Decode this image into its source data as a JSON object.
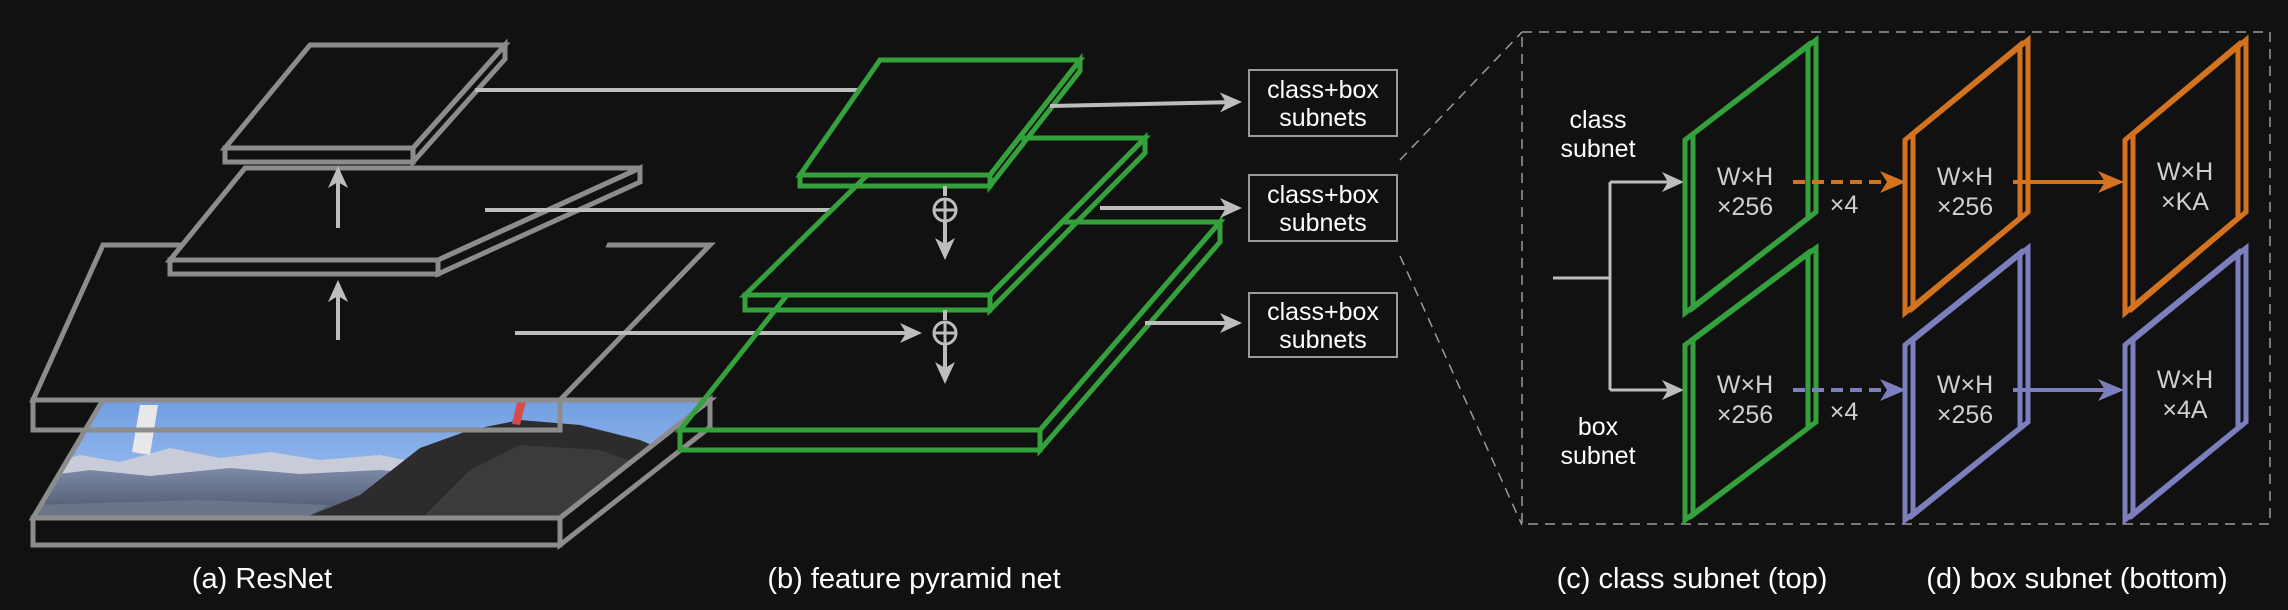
{
  "colors": {
    "background": "#111111",
    "gray": "#8c8c8c",
    "light_gray": "#bdbdbd",
    "green": "#35a13c",
    "orange": "#d4731f",
    "purple": "#7b7fbe",
    "dashed_border": "#9a9a9a"
  },
  "captions": {
    "a": "(a) ResNet",
    "b": "(b) feature pyramid net",
    "c": "(c) class subnet (top)",
    "d": "(d) box subnet (bottom)"
  },
  "subnet_boxes": [
    {
      "line1": "class+box",
      "line2": "subnets"
    },
    {
      "line1": "class+box",
      "line2": "subnets"
    },
    {
      "line1": "class+box",
      "line2": "subnets"
    }
  ],
  "side_labels": {
    "class_1": "class",
    "class_2": "subnet",
    "box_1": "box",
    "box_2": "subnet"
  },
  "feature_maps": {
    "class_input": {
      "l1": "W×H",
      "l2": "×256"
    },
    "class_mid": {
      "l1": "W×H",
      "l2": "×256"
    },
    "class_out": {
      "l1": "W×H",
      "l2": "×KA"
    },
    "box_input": {
      "l1": "W×H",
      "l2": "×256"
    },
    "box_mid": {
      "l1": "W×H",
      "l2": "×256"
    },
    "box_out": {
      "l1": "W×H",
      "l2": "×4A"
    }
  },
  "repeat_labels": {
    "class": "×4",
    "box": "×4"
  },
  "icons": {
    "sum_node": "circled-plus-icon",
    "arrow": "arrow-icon",
    "input_image": "mountain-photo"
  }
}
